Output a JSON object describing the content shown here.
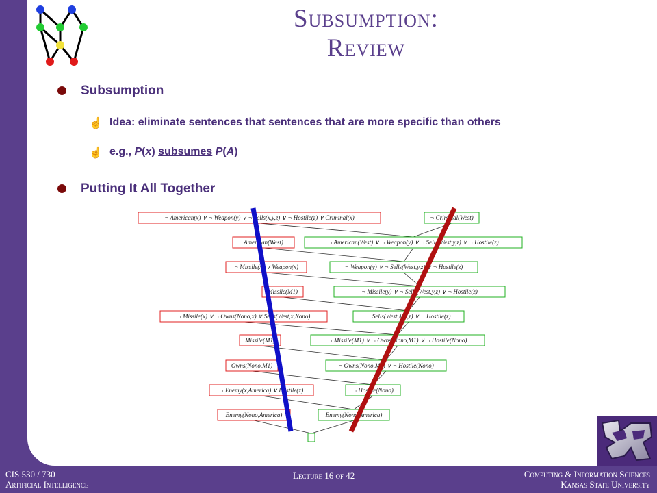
{
  "slide": {
    "title_line1": "Subsumption:",
    "title_line2": "Review",
    "bullets": [
      {
        "label": "Subsumption"
      },
      {
        "label": "Putting It All Together"
      }
    ],
    "subbullets": [
      {
        "mark": "☝",
        "text": "Idea: eliminate sentences that sentences that are more specific than others"
      },
      {
        "mark": "☝",
        "prefix": "e.g., ",
        "p1": "P",
        "x": "x",
        "mid": " ",
        "subsumes": "subsumes",
        "p2": "P",
        "a": "A"
      }
    ]
  },
  "proof": {
    "left_boxes": [
      "¬ American(x)  ∨  ¬ Weapon(y)  ∨  ¬ Sells(x,y,z)  ∨  ¬ Hostile(z)  ∨  Criminal(x)",
      "American(West)",
      "¬ Missile(x)  ∨  Weapon(x)",
      "Missile(M1)",
      "¬ Missile(x)  ∨  ¬ Owns(Nono,x)  ∨  Sells(West,x,Nono)",
      "Missile(M1)",
      "Owns(Nono,M1)",
      "¬ Enemy(x,America)  ∨  Hostile(x)",
      "Enemy(Nono,America)"
    ],
    "right_boxes": [
      "¬ Criminal(West)",
      "¬ American(West)  ∨  ¬ Weapon(y)  ∨  ¬ Sells(West,y,z)  ∨  ¬ Hostile(z)",
      "¬ Weapon(y)  ∨  ¬ Sells(West,y,z)  ∨  ¬ Hostile(z)",
      "¬ Missile(y)  ∨  ¬ Sells(West,y,z)  ∨  ¬ Hostile(z)",
      "¬ Sells(West,M1,z)  ∨  ¬ Hostile(z)",
      "¬ Missile(M1)  ∨  ¬ Owns(Nono,M1)  ∨  ¬ Hostile(Nono)",
      "¬ Owns(Nono,M1)  ∨  ¬ Hostile(Nono)",
      "¬ Hostile(Nono)",
      "Enemy(Nono,America)"
    ],
    "colors": {
      "left_box": "#e02020",
      "right_box": "#20b020",
      "blue_line": "#1010c8",
      "red_line": "#b01010"
    }
  },
  "footer": {
    "left_line1": "CIS 530 / 730",
    "left_line2": "Artificial Intelligence",
    "center": "Lecture 16 of 42",
    "right_line1": "Computing & Information Sciences",
    "right_line2": "Kansas State University"
  }
}
